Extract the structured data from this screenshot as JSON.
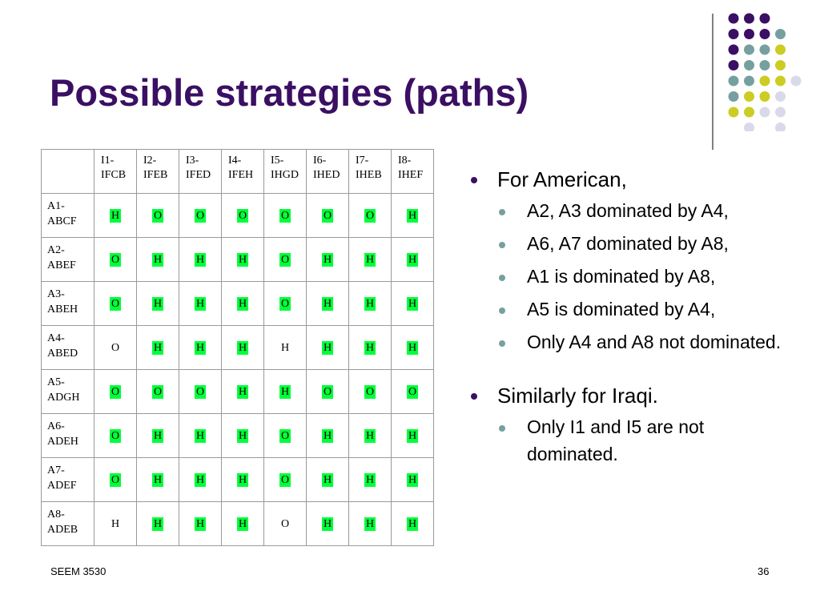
{
  "title": "Possible strategies (paths)",
  "table": {
    "columns": [
      {
        "line1": "I1-",
        "line2": "IFCB"
      },
      {
        "line1": "I2-",
        "line2": "IFEB"
      },
      {
        "line1": "I3-",
        "line2": "IFED"
      },
      {
        "line1": "I4-",
        "line2": "IFEH"
      },
      {
        "line1": "I5-",
        "line2": "IHGD"
      },
      {
        "line1": "I6-",
        "line2": "IHED"
      },
      {
        "line1": "I7-",
        "line2": "IHEB"
      },
      {
        "line1": "I8-",
        "line2": "IHEF"
      }
    ],
    "rows": [
      {
        "line1": "A1-",
        "line2": "ABCF",
        "cells": [
          [
            "H",
            true
          ],
          [
            "O",
            true
          ],
          [
            "O",
            true
          ],
          [
            "O",
            true
          ],
          [
            "O",
            true
          ],
          [
            "O",
            true
          ],
          [
            "O",
            true
          ],
          [
            "H",
            true
          ]
        ]
      },
      {
        "line1": "A2-",
        "line2": "ABEF",
        "cells": [
          [
            "O",
            true
          ],
          [
            "H",
            true
          ],
          [
            "H",
            true
          ],
          [
            "H",
            true
          ],
          [
            "O",
            true
          ],
          [
            "H",
            true
          ],
          [
            "H",
            true
          ],
          [
            "H",
            true
          ]
        ]
      },
      {
        "line1": "A3-",
        "line2": "ABEH",
        "cells": [
          [
            "O",
            true
          ],
          [
            "H",
            true
          ],
          [
            "H",
            true
          ],
          [
            "H",
            true
          ],
          [
            "O",
            true
          ],
          [
            "H",
            true
          ],
          [
            "H",
            true
          ],
          [
            "H",
            true
          ]
        ]
      },
      {
        "line1": "A4-",
        "line2": "ABED",
        "cells": [
          [
            "O",
            false
          ],
          [
            "H",
            true
          ],
          [
            "H",
            true
          ],
          [
            "H",
            true
          ],
          [
            "H",
            false
          ],
          [
            "H",
            true
          ],
          [
            "H",
            true
          ],
          [
            "H",
            true
          ]
        ]
      },
      {
        "line1": "A5-",
        "line2": "ADGH",
        "cells": [
          [
            "O",
            true
          ],
          [
            "O",
            true
          ],
          [
            "O",
            true
          ],
          [
            "H",
            true
          ],
          [
            "H",
            true
          ],
          [
            "O",
            true
          ],
          [
            "O",
            true
          ],
          [
            "O",
            true
          ]
        ]
      },
      {
        "line1": "A6-",
        "line2": "ADEH",
        "cells": [
          [
            "O",
            true
          ],
          [
            "H",
            true
          ],
          [
            "H",
            true
          ],
          [
            "H",
            true
          ],
          [
            "O",
            true
          ],
          [
            "H",
            true
          ],
          [
            "H",
            true
          ],
          [
            "H",
            true
          ]
        ]
      },
      {
        "line1": "A7-",
        "line2": "ADEF",
        "cells": [
          [
            "O",
            true
          ],
          [
            "H",
            true
          ],
          [
            "H",
            true
          ],
          [
            "H",
            true
          ],
          [
            "O",
            true
          ],
          [
            "H",
            true
          ],
          [
            "H",
            true
          ],
          [
            "H",
            true
          ]
        ]
      },
      {
        "line1": "A8-",
        "line2": "ADEB",
        "cells": [
          [
            "H",
            false
          ],
          [
            "H",
            true
          ],
          [
            "H",
            true
          ],
          [
            "H",
            true
          ],
          [
            "O",
            false
          ],
          [
            "H",
            true
          ],
          [
            "H",
            true
          ],
          [
            "H",
            true
          ]
        ]
      }
    ],
    "highlight_color": "#00ff3a"
  },
  "bullets": [
    {
      "text": "For American,",
      "subs": [
        "A2, A3 dominated by A4,",
        "A6, A7 dominated by A8,",
        "A1 is dominated by A8,",
        "A5 is dominated by A4,",
        "Only A4 and A8 not dominated."
      ]
    },
    {
      "text": "Similarly for Iraqi.",
      "subs": [
        "Only I1 and I5 are not dominated."
      ]
    }
  ],
  "footer": {
    "left": "SEEM 3530",
    "right": "36"
  },
  "colors": {
    "title": "#3b0f63",
    "purple": "#3b0f63",
    "teal": "#76a0a0",
    "yellow": "#cccc22",
    "lavender": "#d9d9ea"
  },
  "decor": {
    "dot_grid": [
      [
        "purple",
        "purple",
        "purple",
        null,
        null
      ],
      [
        "purple",
        "purple",
        "purple",
        "teal",
        null
      ],
      [
        "purple",
        "teal",
        "teal",
        "yellow",
        null
      ],
      [
        "purple",
        "teal",
        "teal",
        "yellow",
        null
      ],
      [
        "teal",
        "teal",
        "yellow",
        "yellow",
        "lavender"
      ],
      [
        "teal",
        "yellow",
        "yellow",
        "lavender",
        null
      ],
      [
        "yellow",
        "yellow",
        "lavender",
        "lavender",
        null
      ],
      [
        null,
        "lavender",
        null,
        "lavender",
        null
      ]
    ]
  }
}
